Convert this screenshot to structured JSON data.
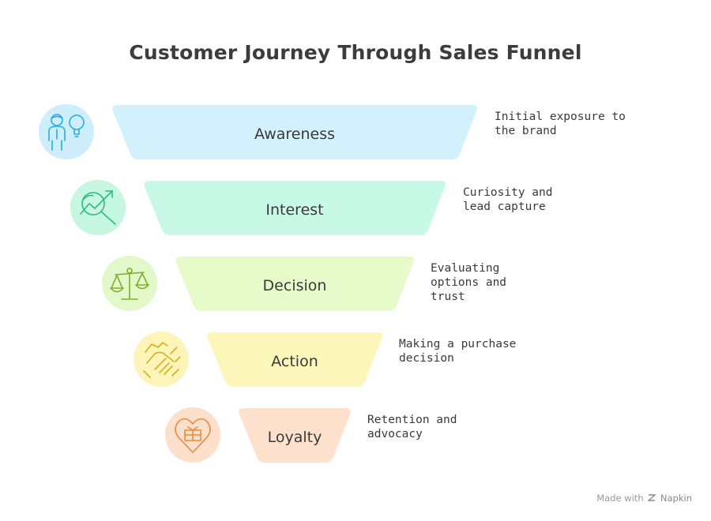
{
  "title": "Customer Journey Through Sales Funnel",
  "stages": [
    {
      "label": "Awareness",
      "description": "Initial exposure to the brand",
      "icon": "person-lightbulb-icon",
      "fill": "#d3f1fc",
      "circle": "#cdeefa",
      "stroke": "#2aaee0"
    },
    {
      "label": "Interest",
      "description": "Curiosity and lead capture",
      "icon": "magnifier-growth-chart-icon",
      "fill": "#c8f9e6",
      "circle": "#c6f7e1",
      "stroke": "#2fb989"
    },
    {
      "label": "Decision",
      "description": "Evaluating options and trust",
      "icon": "balance-scale-icon",
      "fill": "#e6fbc9",
      "circle": "#e3f8c9",
      "stroke": "#7fae2e"
    },
    {
      "label": "Action",
      "description": "Making a purchase decision",
      "icon": "handshake-icon",
      "fill": "#fdf6bb",
      "circle": "#fcf4b9",
      "stroke": "#d4b21b"
    },
    {
      "label": "Loyalty",
      "description": "Retention and advocacy",
      "icon": "heart-gift-icon",
      "fill": "#fde1cc",
      "circle": "#fde0cb",
      "stroke": "#e98a3d"
    }
  ],
  "footer": {
    "prefix": "Made with",
    "brand": "Napkin"
  }
}
